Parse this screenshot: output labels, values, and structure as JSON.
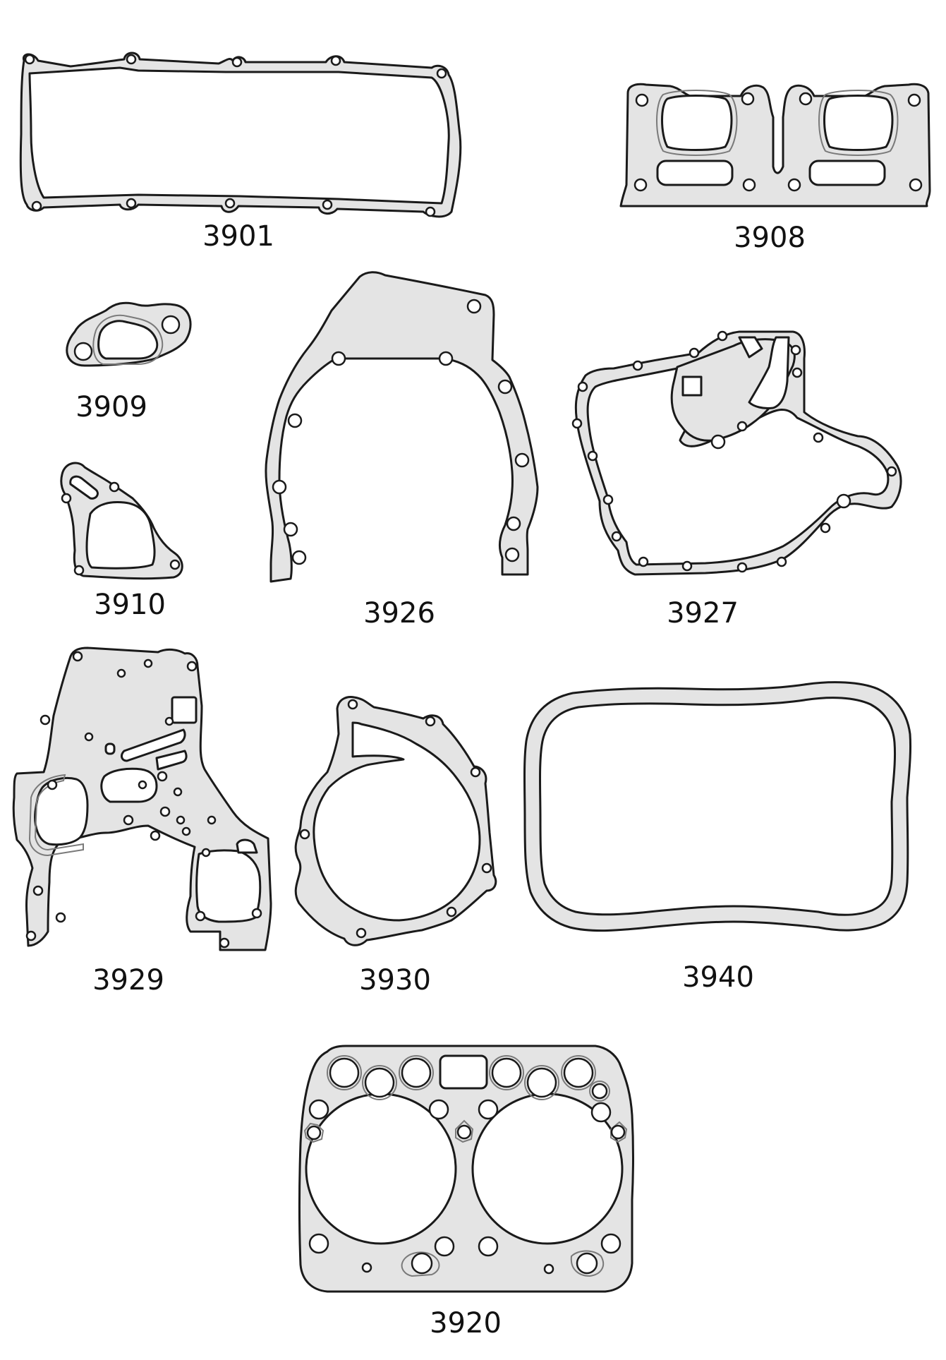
{
  "parts": [
    {
      "id": "p3901",
      "label": "3901"
    },
    {
      "id": "p3908",
      "label": "3908"
    },
    {
      "id": "p3909",
      "label": "3909"
    },
    {
      "id": "p3910",
      "label": "3910"
    },
    {
      "id": "p3926",
      "label": "3926"
    },
    {
      "id": "p3927",
      "label": "3927"
    },
    {
      "id": "p3929",
      "label": "3929"
    },
    {
      "id": "p3930",
      "label": "3930"
    },
    {
      "id": "p3940",
      "label": "3940"
    },
    {
      "id": "p3920",
      "label": "3920"
    }
  ]
}
